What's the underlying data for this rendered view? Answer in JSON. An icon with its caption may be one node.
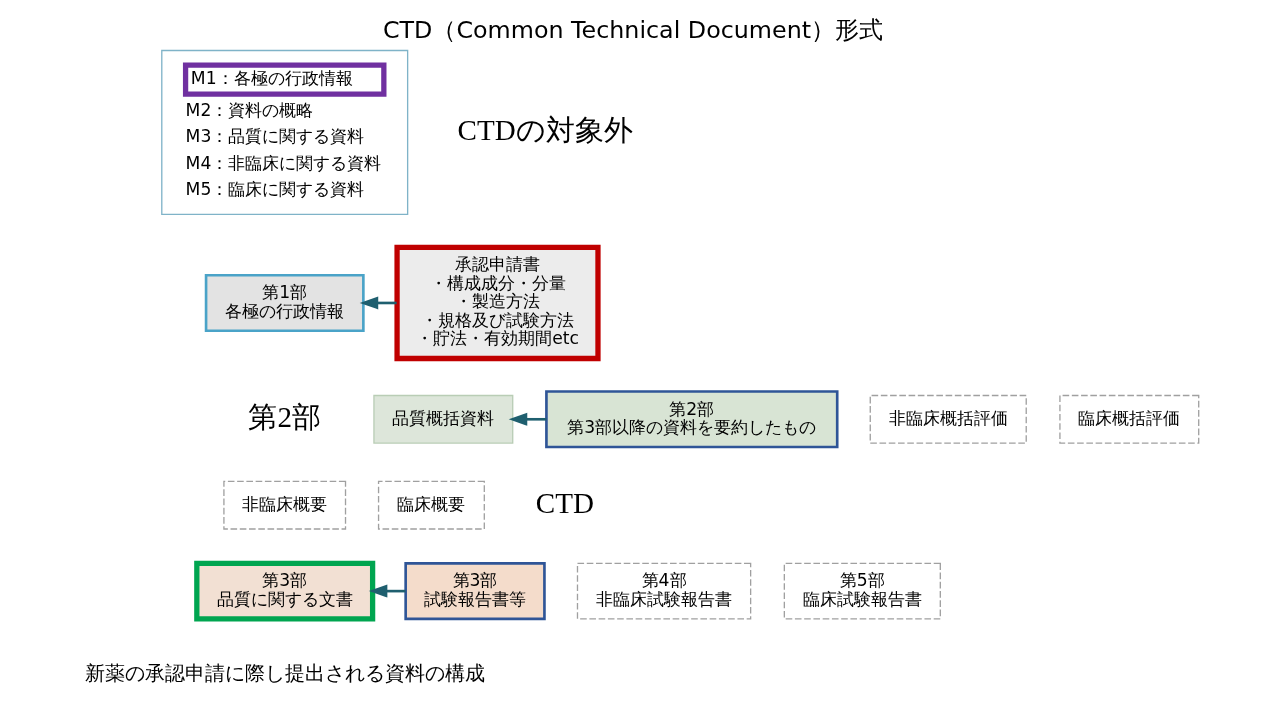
{
  "diagram": {
    "title": "CTD（Common Technical Document）形式",
    "caption": "新薬の承認申請に際し提出される資料の構成",
    "nodes": [
      {
        "text": [
          "第1部",
          "各極の行政情報"
        ]
      },
      {
        "text": [
          "品質概括資料"
        ]
      },
      {
        "text": [
          "非臨床概括評価"
        ]
      },
      {
        "text": [
          "臨床概括評価"
        ]
      },
      {
        "text": [
          "非臨床概要"
        ]
      },
      {
        "text": [
          "臨床概要"
        ]
      },
      {
        "text": [
          "第3部",
          "品質に関する文書"
        ]
      },
      {
        "text": [
          "第4部",
          "非臨床試験報告書"
        ]
      },
      {
        "text": [
          "第5部",
          "臨床試験報告書"
        ]
      },
      {
        "text": [
          "承認申請書",
          "・構成成分・分量",
          "・製造方法",
          "・規格及び試験方法",
          "・貯法・有効期間etc"
        ]
      },
      {
        "text": [
          "第2部",
          "第3部以降の資料を要約したもの"
        ]
      },
      {
        "text": [
          "第3部",
          "試験報告書等"
        ]
      },
      {
        "text": [
          "M1：各極の行政情報",
          "M2：資料の概略",
          "M3：品質に関する資料",
          "M4：非臨床に関する資料",
          "M5：臨床に関する資料"
        ]
      }
    ],
    "edges": [
      {
        "from": 9,
        "to": 0,
        "arrow": "to"
      },
      {
        "from": 10,
        "to": 1,
        "arrow": "to"
      },
      {
        "from": 11,
        "to": 6,
        "arrow": "to"
      }
    ],
    "labels": [
      "CTDの対象外",
      "第2部",
      "CTD"
    ]
  }
}
